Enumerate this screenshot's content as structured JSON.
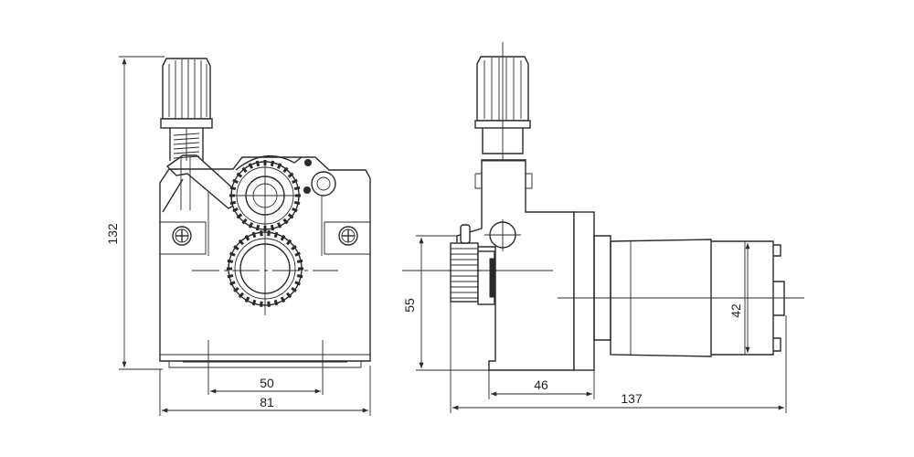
{
  "front_view": {
    "dim_height": "132",
    "dim_width": "81",
    "dim_slot_spacing": "50"
  },
  "side_view": {
    "dim_feeder_height": "55",
    "dim_motor_diameter": "42",
    "dim_gear_offset": "46",
    "dim_total_length": "137"
  },
  "colors": {
    "line": "#2a2a2a",
    "background": "#ffffff"
  }
}
